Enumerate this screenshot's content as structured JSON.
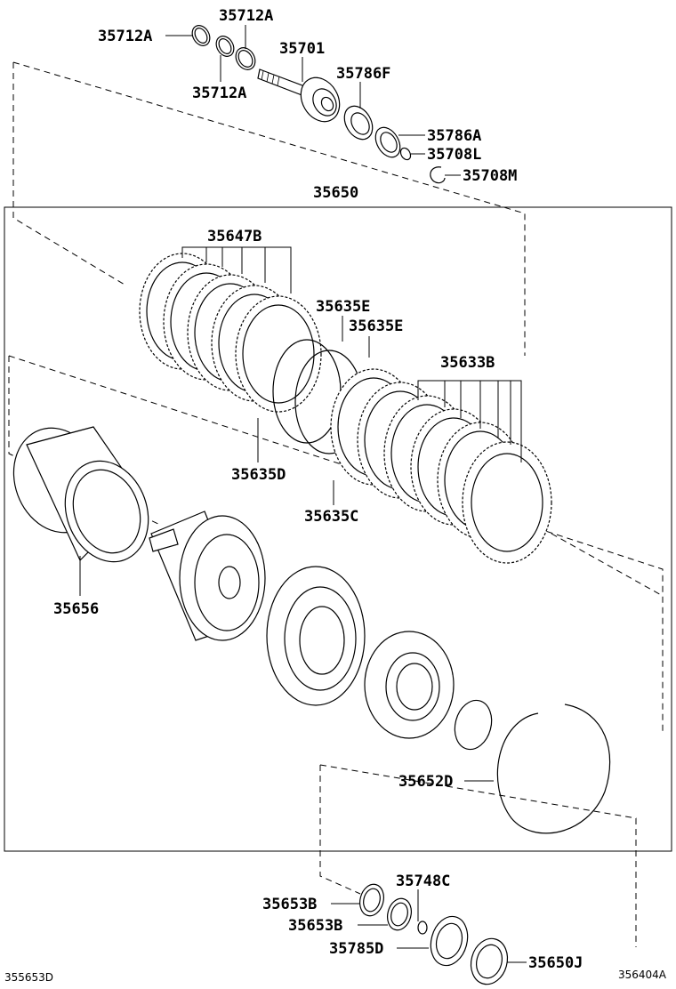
{
  "labels": {
    "p35712A_1": "35712A",
    "p35712A_2": "35712A",
    "p35712A_3": "35712A",
    "p35701": "35701",
    "p35786F": "35786F",
    "p35786A": "35786A",
    "p35708L": "35708L",
    "p35708M": "35708M",
    "p35650": "35650",
    "p35647B": "35647B",
    "p35635E_1": "35635E",
    "p35635E_2": "35635E",
    "p35633B": "35633B",
    "p35635D": "35635D",
    "p35635C": "35635C",
    "p35656": "35656",
    "p35652D": "35652D",
    "p35748C": "35748C",
    "p35653B_1": "35653B",
    "p35653B_2": "35653B",
    "p35785D": "35785D",
    "p35650J": "35650J"
  },
  "codes": {
    "left": "355653D",
    "right": "356404A"
  }
}
